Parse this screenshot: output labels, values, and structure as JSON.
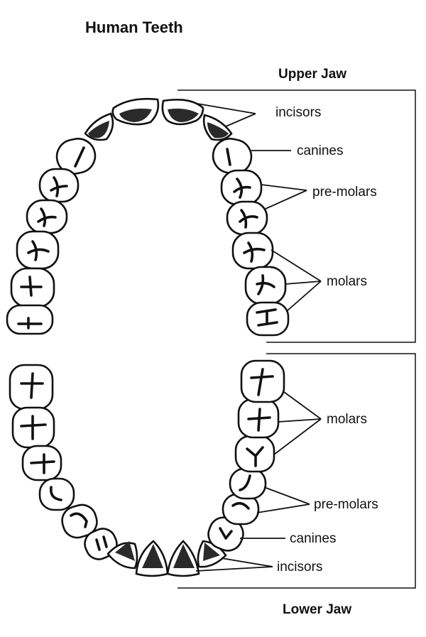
{
  "diagram": {
    "title": "Human Teeth",
    "upper_jaw": {
      "heading": "Upper Jaw",
      "labels": {
        "incisors": "incisors",
        "canines": "canines",
        "premolars": "pre-molars",
        "molars": "molars"
      }
    },
    "lower_jaw": {
      "heading": "Lower Jaw",
      "labels": {
        "molars": "molars",
        "premolars": "pre-molars",
        "canines": "canines",
        "incisors": "incisors"
      }
    }
  }
}
